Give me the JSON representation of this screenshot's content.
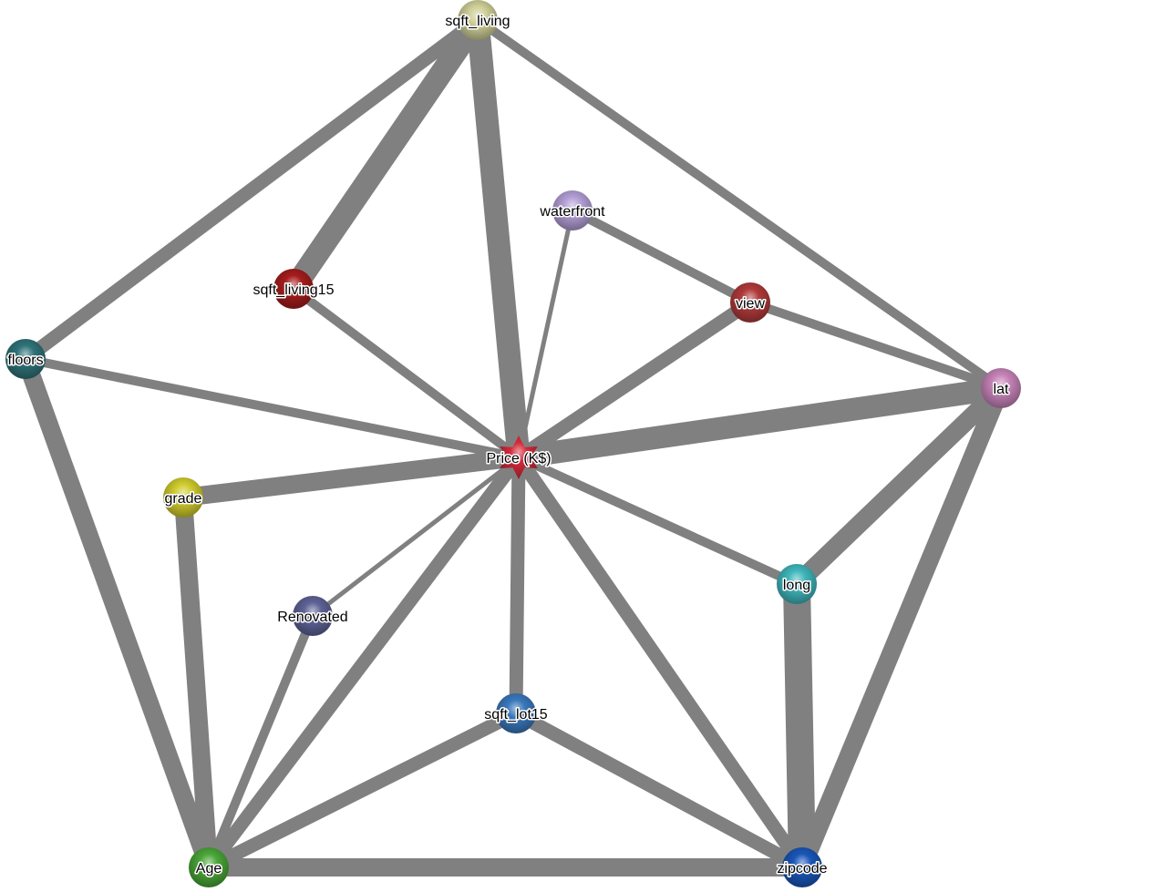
{
  "graph": {
    "edge_color": "#808080",
    "nodes": [
      {
        "id": "sqft_living",
        "label": "sqft_living",
        "color": "#cfcf98"
      },
      {
        "id": "waterfront",
        "label": "waterfront",
        "color": "#b39fd6"
      },
      {
        "id": "sqft_living15",
        "label": "sqft_living15",
        "color": "#a51c1c"
      },
      {
        "id": "view",
        "label": "view",
        "color": "#b03a3a"
      },
      {
        "id": "floors",
        "label": "floors",
        "color": "#2f7378"
      },
      {
        "id": "lat",
        "label": "lat",
        "color": "#c683b8"
      },
      {
        "id": "price",
        "label": "Price (K$)",
        "color": "#d42a3a",
        "shape": "star"
      },
      {
        "id": "grade",
        "label": "grade",
        "color": "#cfcb2e"
      },
      {
        "id": "long",
        "label": "long",
        "color": "#3fb6bb"
      },
      {
        "id": "renovated",
        "label": "Renovated",
        "color": "#5e6396"
      },
      {
        "id": "sqft_lot15",
        "label": "sqft_lot15",
        "color": "#3a78bb"
      },
      {
        "id": "age",
        "label": "Age",
        "color": "#4aa638"
      },
      {
        "id": "zipcode",
        "label": "zipcode",
        "color": "#1a56b8"
      }
    ],
    "edges": [
      {
        "source": "sqft_living",
        "target": "floors",
        "weight": 3
      },
      {
        "source": "sqft_living",
        "target": "sqft_living15",
        "weight": 5
      },
      {
        "source": "sqft_living",
        "target": "price",
        "weight": 5
      },
      {
        "source": "sqft_living",
        "target": "lat",
        "weight": 2
      },
      {
        "source": "waterfront",
        "target": "price",
        "weight": 1
      },
      {
        "source": "waterfront",
        "target": "view",
        "weight": 2
      },
      {
        "source": "sqft_living15",
        "target": "price",
        "weight": 2
      },
      {
        "source": "view",
        "target": "price",
        "weight": 3
      },
      {
        "source": "view",
        "target": "lat",
        "weight": 2
      },
      {
        "source": "floors",
        "target": "price",
        "weight": 2
      },
      {
        "source": "floors",
        "target": "age",
        "weight": 4
      },
      {
        "source": "lat",
        "target": "price",
        "weight": 5
      },
      {
        "source": "lat",
        "target": "long",
        "weight": 4
      },
      {
        "source": "lat",
        "target": "zipcode",
        "weight": 4
      },
      {
        "source": "price",
        "target": "grade",
        "weight": 4
      },
      {
        "source": "price",
        "target": "long",
        "weight": 2
      },
      {
        "source": "price",
        "target": "renovated",
        "weight": 1
      },
      {
        "source": "price",
        "target": "sqft_lot15",
        "weight": 3
      },
      {
        "source": "price",
        "target": "age",
        "weight": 3
      },
      {
        "source": "price",
        "target": "zipcode",
        "weight": 3
      },
      {
        "source": "grade",
        "target": "age",
        "weight": 4
      },
      {
        "source": "renovated",
        "target": "age",
        "weight": 2
      },
      {
        "source": "long",
        "target": "zipcode",
        "weight": 6
      },
      {
        "source": "sqft_lot15",
        "target": "age",
        "weight": 3
      },
      {
        "source": "sqft_lot15",
        "target": "zipcode",
        "weight": 3
      },
      {
        "source": "age",
        "target": "zipcode",
        "weight": 4
      }
    ]
  }
}
